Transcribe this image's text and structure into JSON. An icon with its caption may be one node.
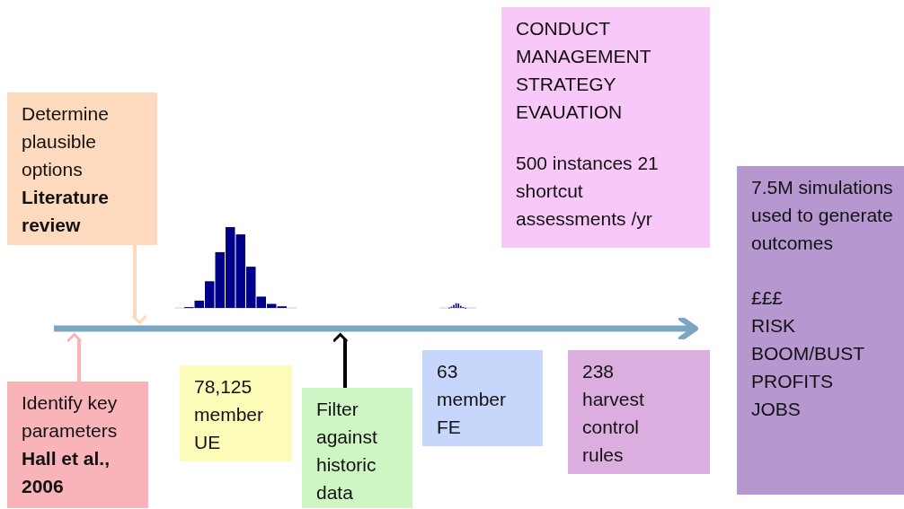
{
  "diagram": {
    "nodes": [
      {
        "text": [
          "CONDUCT MANAGEMENT STRATEGY EVAUATION",
          "500 instances 21 shortcut assessments /yr"
        ]
      },
      {
        "text": [
          "Determine plausible options **Literature review**"
        ]
      },
      {
        "text": [
          "7.5M simulations used to generate outcomes",
          "£££",
          "RISK",
          "BOOM/BUST",
          "PROFITS",
          "JOBS"
        ]
      },
      {
        "text": [],
        "shape": "bar"
      },
      {
        "text": [
          "Identify key parameters **Hall et al., 2006**"
        ]
      },
      {
        "text": [
          "78,125 member UE"
        ]
      },
      {
        "text": [
          "Filter against historic data"
        ]
      },
      {
        "text": [
          "63 member FE"
        ]
      },
      {
        "text": [
          "238 harvest control rules"
        ]
      }
    ],
    "edges": [
      {
        "from": 1,
        "to": 3,
        "arrow": "to",
        "color": "#fdd9bd"
      },
      {
        "from": 4,
        "to": 3,
        "arrow": "to",
        "color": "#f8b4b9"
      },
      {
        "from": 6,
        "to": 3,
        "arrow": "to",
        "color": "#000000"
      }
    ]
  }
}
